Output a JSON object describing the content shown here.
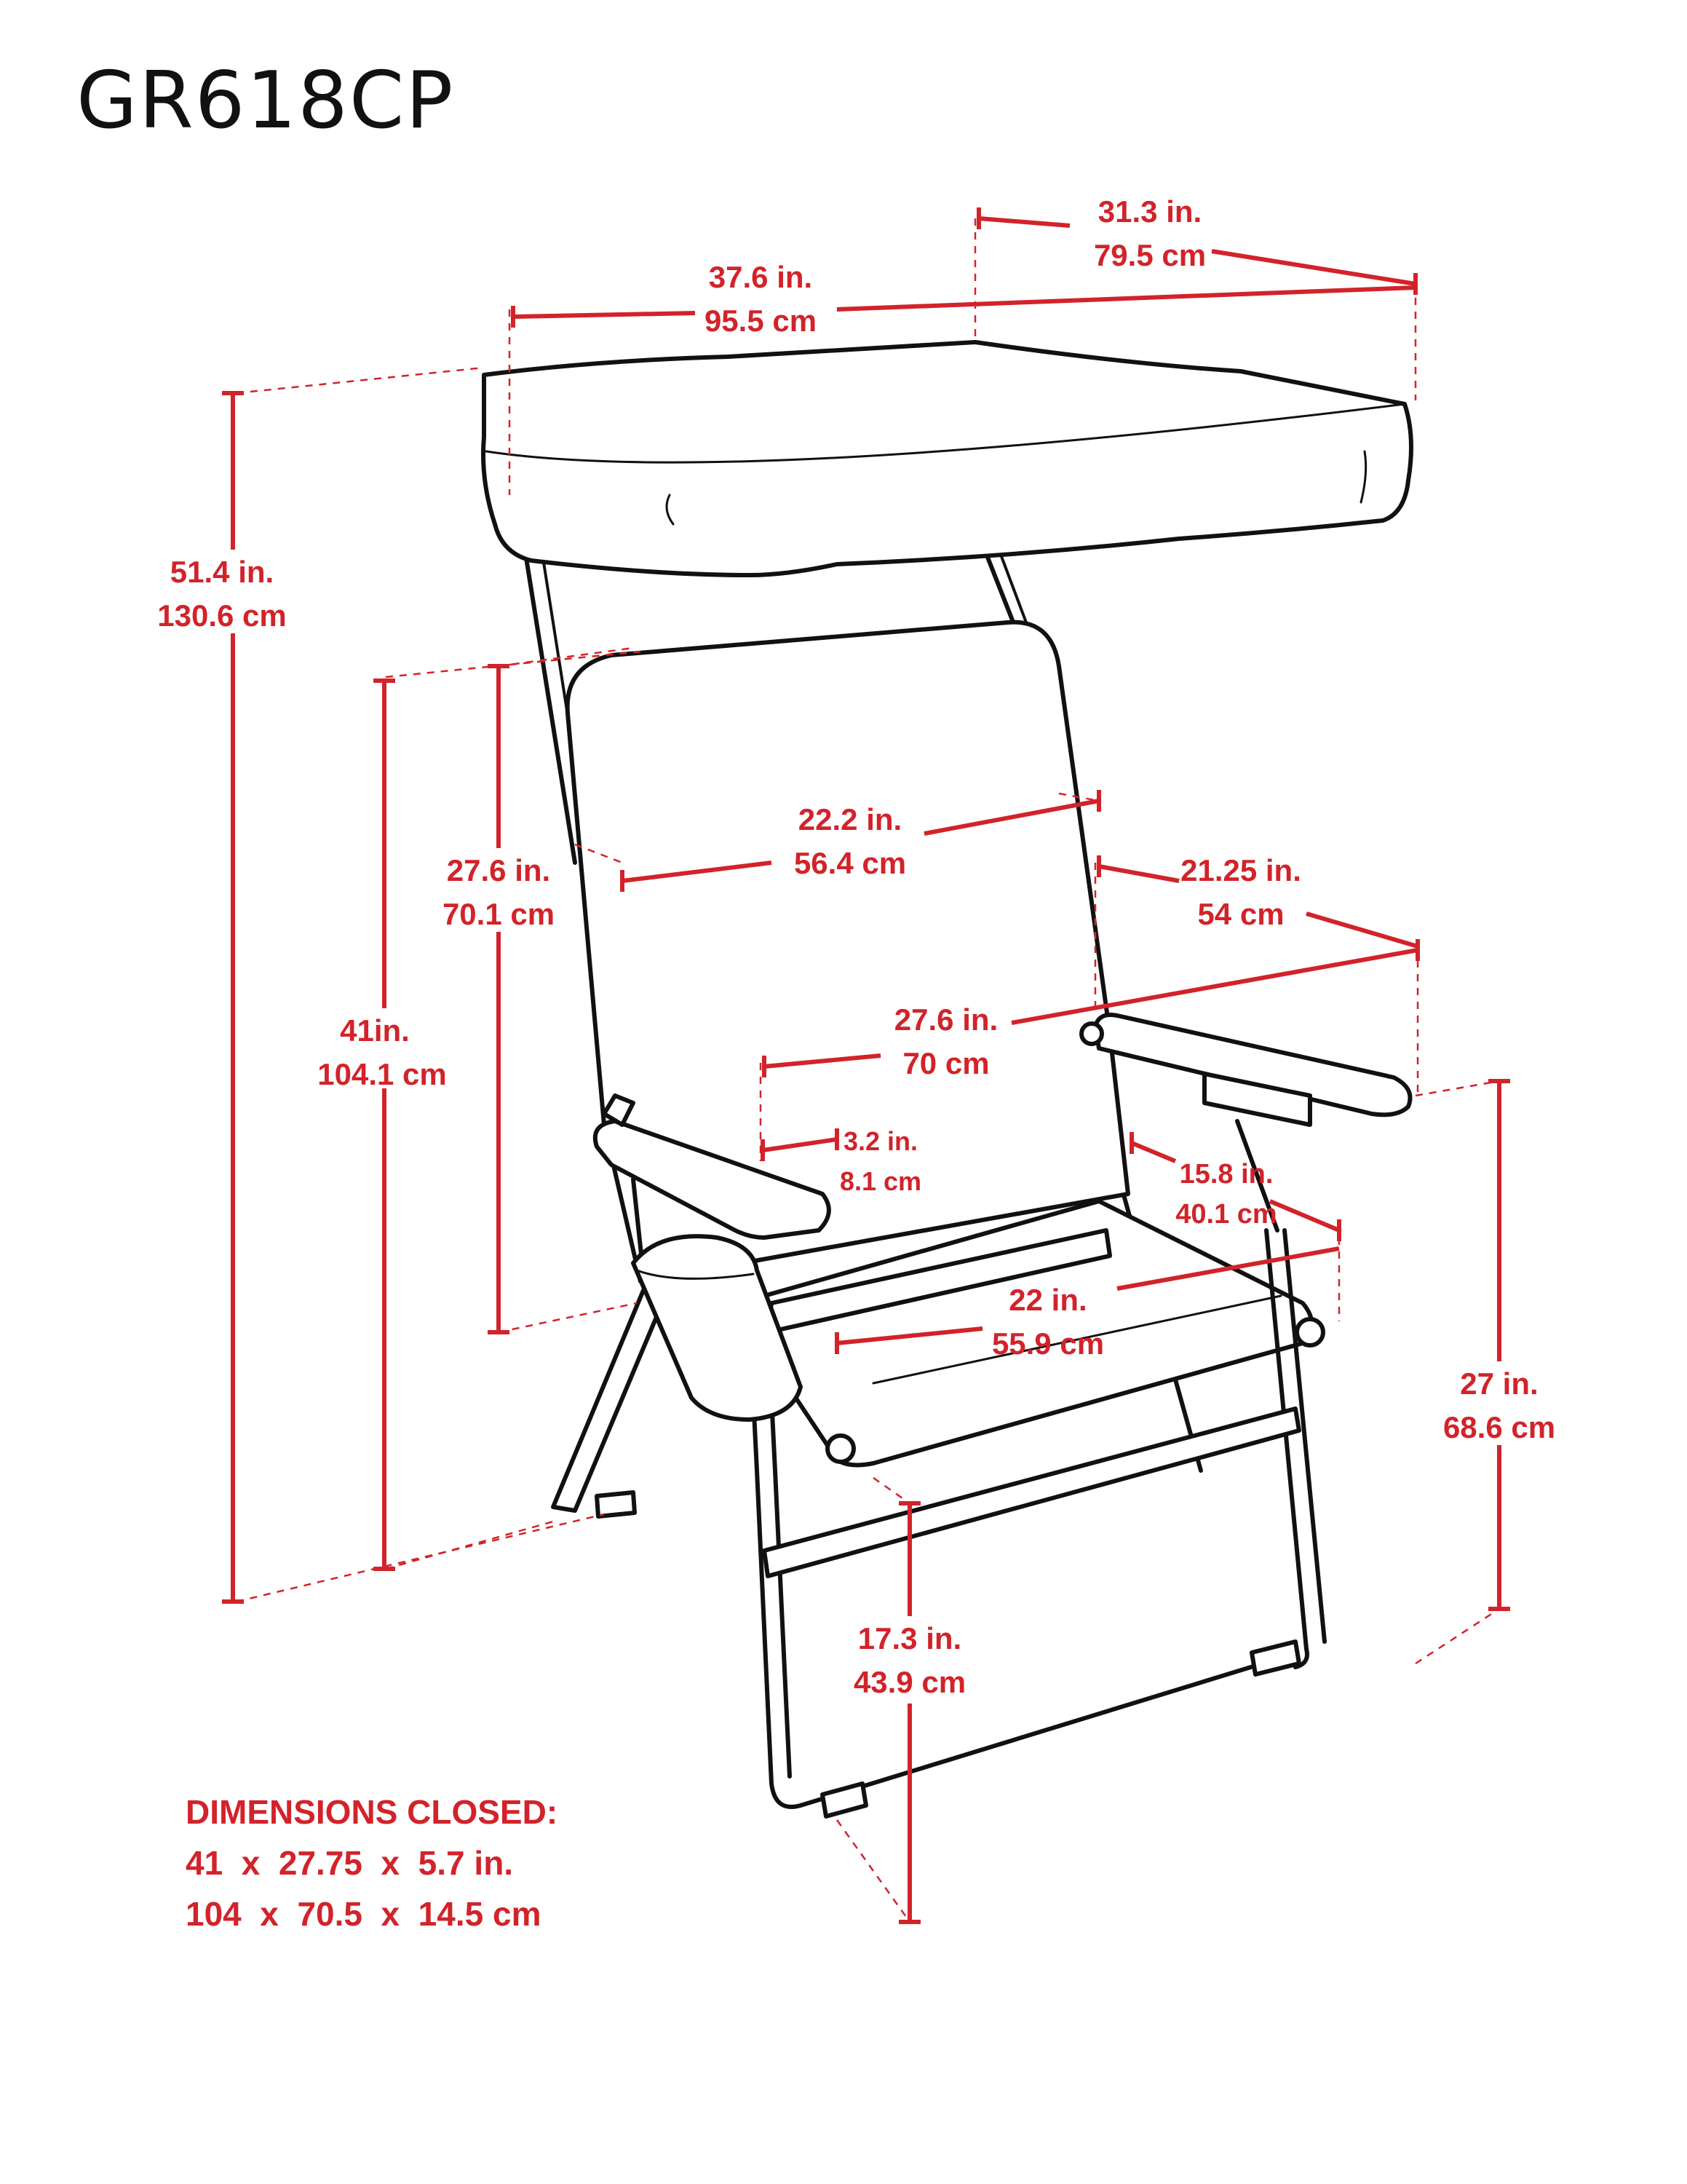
{
  "title": "GR618CP",
  "colors": {
    "dimension": "#d2232a",
    "outline": "#111111",
    "background": "#ffffff"
  },
  "dimensions": {
    "canopy_depth": {
      "imperial": "31.3 in.",
      "metric": "79.5 cm"
    },
    "canopy_width": {
      "imperial": "37.6 in.",
      "metric": "95.5 cm"
    },
    "overall_height": {
      "imperial": "51.4 in.",
      "metric": "130.6 cm"
    },
    "chair_height": {
      "imperial": "41in.",
      "metric": "104.1 cm"
    },
    "backrest_height": {
      "imperial": "27.6 in.",
      "metric": "70.1 cm"
    },
    "backrest_width": {
      "imperial": "22.2 in.",
      "metric": "56.4 cm"
    },
    "depth": {
      "imperial": "21.25 in.",
      "metric": "54 cm"
    },
    "width": {
      "imperial": "27.6 in.",
      "metric": "70 cm"
    },
    "armrest_width": {
      "imperial": "3.2 in.",
      "metric": "8.1 cm"
    },
    "seat_depth": {
      "imperial": "15.8 in.",
      "metric": "40.1 cm"
    },
    "seat_width": {
      "imperial": "22 in.",
      "metric": "55.9 cm"
    },
    "armrest_height": {
      "imperial": "27 in.",
      "metric": "68.6 cm"
    },
    "seat_height": {
      "imperial": "17.3 in.",
      "metric": "43.9 cm"
    }
  },
  "closed": {
    "heading": "DIMENSIONS CLOSED:",
    "imperial": "41  x  27.75  x  5.7 in.",
    "metric": "104  x  70.5  x  14.5 cm"
  }
}
